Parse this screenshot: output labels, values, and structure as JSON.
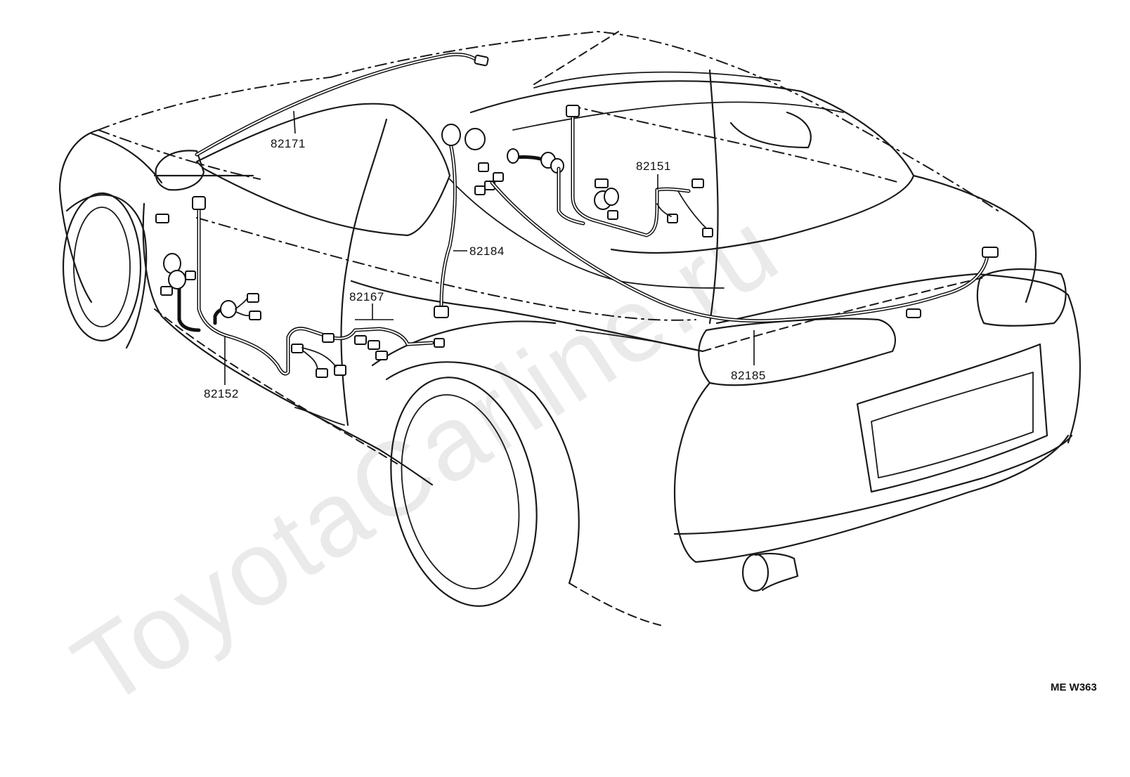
{
  "watermark": "ToyotaCarline.ru",
  "drawing_code": "ME W363",
  "parts": [
    {
      "id": "82171",
      "label": "82171"
    },
    {
      "id": "82151",
      "label": "82151"
    },
    {
      "id": "82184",
      "label": "82184"
    },
    {
      "id": "82167",
      "label": "82167"
    },
    {
      "id": "82152",
      "label": "82152"
    },
    {
      "id": "82185",
      "label": "82185"
    }
  ]
}
